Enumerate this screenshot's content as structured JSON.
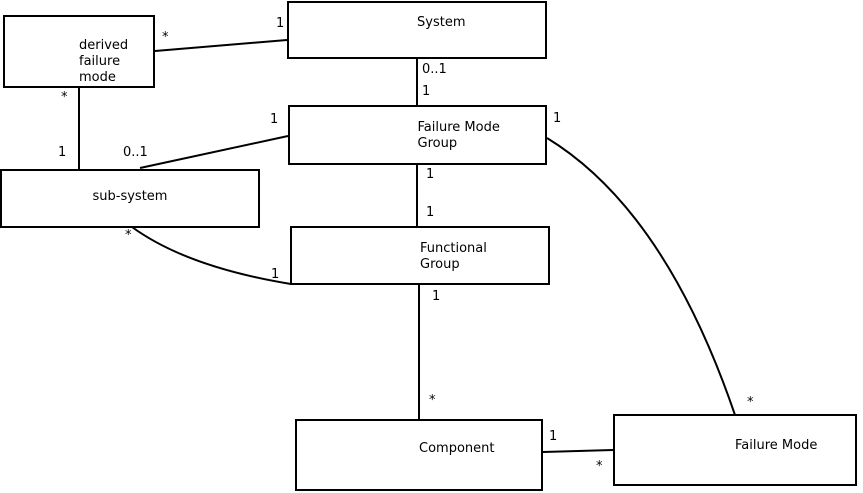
{
  "diagram": {
    "title": "failure-mode entity relationship diagram",
    "background_color": "#ffffff",
    "line_color": "#000000",
    "boxes": [
      {
        "id": "derived-failure-mode",
        "label": "derived\nfailure\nmode"
      },
      {
        "id": "system",
        "label": "System"
      },
      {
        "id": "failure-mode-group",
        "label": "Failure Mode\nGroup"
      },
      {
        "id": "sub-system",
        "label": "sub-system"
      },
      {
        "id": "functional-group",
        "label": "Functional\nGroup"
      },
      {
        "id": "component",
        "label": "Component"
      },
      {
        "id": "failure-mode",
        "label": "Failure Mode"
      }
    ],
    "multiplicities": [
      {
        "id": "dfm-system-near-dfm",
        "text": "*"
      },
      {
        "id": "dfm-system-near-system",
        "text": "1"
      },
      {
        "id": "dfm-subsystem-near-dfm",
        "text": "*"
      },
      {
        "id": "dfm-subsystem-near-subsystem",
        "text": "1"
      },
      {
        "id": "subsystem-fmg-near-subsystem",
        "text": "0..1"
      },
      {
        "id": "subsystem-fmg-near-fmg",
        "text": "1"
      },
      {
        "id": "system-fmg-near-system",
        "text": "0..1"
      },
      {
        "id": "system-fmg-near-fmg",
        "text": "1"
      },
      {
        "id": "fmg-fg-near-fmg",
        "text": "1"
      },
      {
        "id": "fmg-fg-near-fg",
        "text": "1"
      },
      {
        "id": "fg-component-near-fg",
        "text": "1"
      },
      {
        "id": "fg-component-near-component",
        "text": "*"
      },
      {
        "id": "subsystem-fg-near-subsystem",
        "text": "*"
      },
      {
        "id": "subsystem-fg-near-fg",
        "text": "1"
      },
      {
        "id": "fmg-fm-near-fmg",
        "text": "1"
      },
      {
        "id": "fmg-fm-near-fm",
        "text": "*"
      },
      {
        "id": "component-fm-near-component",
        "text": "1"
      },
      {
        "id": "component-fm-near-fm",
        "text": "*"
      }
    ]
  }
}
